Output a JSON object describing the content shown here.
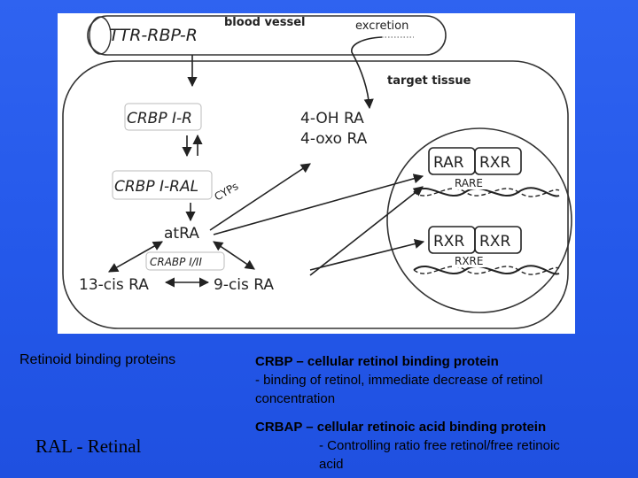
{
  "diagram": {
    "blood_vessel": {
      "complex_label": "TTR-RBP-R",
      "vessel_label": "blood vessel",
      "excretion_label": "excretion"
    },
    "target_tissue_label": "target tissue",
    "cytoplasm": {
      "crbp_r": "CRBP I-R",
      "crbp_ral": "CRBP I-RAL",
      "cyps": "CYPs",
      "atra": "atRA",
      "crabp": "CRABP I/II",
      "cis13": "13-cis RA",
      "cis9": "9-cis RA",
      "oh_ra": "4-OH RA",
      "oxo_ra": "4-oxo RA"
    },
    "nucleus": {
      "rar": "RAR",
      "rxr1": "RXR",
      "rare": "RARE",
      "rxr2": "RXR",
      "rxr3": "RXR",
      "rxre": "RXRE"
    }
  },
  "captions": {
    "left_title": "Retinoid binding proteins",
    "left_abbrev": "RAL - Retinal",
    "crbp_title": "CRBP – cellular retinol binding protein",
    "crbp_desc_1": "- binding of retinol, immediate decrease of retinol",
    "crbp_desc_2": "concentration",
    "crbap_title": "CRBAP – cellular retinoic acid binding protein",
    "crbap_desc_1": "- Controlling ratio free retinol/free retinoic",
    "crbap_desc_2": "acid"
  },
  "colors": {
    "background": "#2458ea",
    "panel": "#ffffff",
    "stroke": "#222222"
  }
}
